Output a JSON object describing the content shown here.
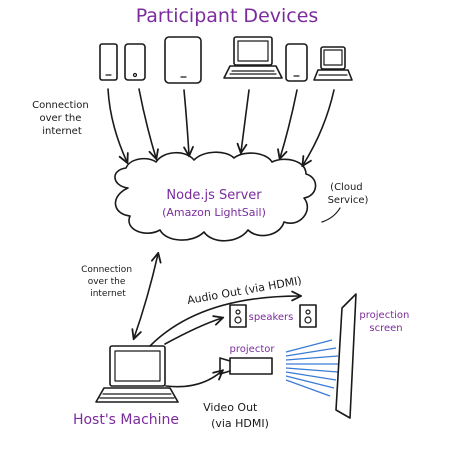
{
  "colors": {
    "purple": "#7b2c9c",
    "ink": "#1a1a1a",
    "beam": "#3a7bd5"
  },
  "title": "Participant Devices",
  "labels": {
    "connection_top": [
      "Connection",
      "over the",
      "internet"
    ],
    "connection_bottom": [
      "Connection",
      "over the",
      "internet"
    ],
    "server_line1": "Node.js Server",
    "server_line2": "(Amazon LightSail)",
    "cloud_service": [
      "(Cloud",
      "Service)"
    ],
    "audio_out": "Audio Out (via HDMI)",
    "speakers": "speakers",
    "projector": "projector",
    "projection_screen": [
      "projection",
      "screen"
    ],
    "video_out": [
      "Video Out",
      "(via HDMI)"
    ],
    "host": "Host's Machine"
  },
  "devices": [
    {
      "kind": "phone-icon"
    },
    {
      "kind": "phone-icon"
    },
    {
      "kind": "tablet-icon"
    },
    {
      "kind": "laptop-icon"
    },
    {
      "kind": "phone-icon"
    },
    {
      "kind": "laptop-icon"
    }
  ]
}
